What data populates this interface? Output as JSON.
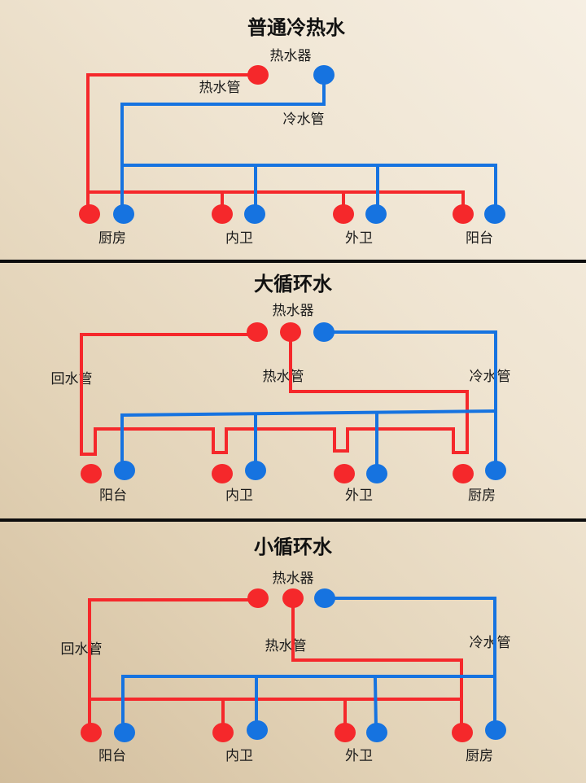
{
  "colors": {
    "hot": "#f5282b",
    "cold": "#1673e0",
    "separator": "#0d0d0d",
    "text": "#111111"
  },
  "panels": [
    {
      "id": "normal",
      "title": "普通冷热水",
      "heater_label": "热水器",
      "pipe_labels": {
        "hot": "热水管",
        "cold": "冷水管"
      },
      "fixtures": [
        "厨房",
        "内卫",
        "外卫",
        "阳台"
      ]
    },
    {
      "id": "big-loop",
      "title": "大循环水",
      "heater_label": "热水器",
      "pipe_labels": {
        "return": "回水管",
        "hot": "热水管",
        "cold": "冷水管"
      },
      "fixtures": [
        "阳台",
        "内卫",
        "外卫",
        "厨房"
      ]
    },
    {
      "id": "small-loop",
      "title": "小循环水",
      "heater_label": "热水器",
      "pipe_labels": {
        "return": "回水管",
        "hot": "热水管",
        "cold": "冷水管"
      },
      "fixtures": [
        "阳台",
        "内卫",
        "外卫",
        "厨房"
      ]
    }
  ]
}
